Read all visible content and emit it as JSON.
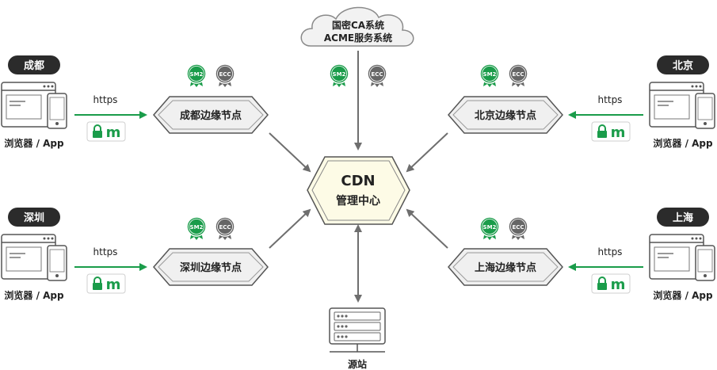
{
  "cloud": {
    "line1": "国密CA系统",
    "line2": "ACME服务系统"
  },
  "center": {
    "line1": "CDN",
    "line2": "管理中心"
  },
  "origin": {
    "label": "源站"
  },
  "badges": {
    "sm2": "SM2",
    "ecc": "ECC"
  },
  "clients": [
    {
      "city": "成都",
      "protocol": "https",
      "caption": "浏览器 / App"
    },
    {
      "city": "北京",
      "protocol": "https",
      "caption": "浏览器 / App"
    },
    {
      "city": "深圳",
      "protocol": "https",
      "caption": "浏览器 / App"
    },
    {
      "city": "上海",
      "protocol": "https",
      "caption": "浏览器 / App"
    }
  ],
  "edges": [
    {
      "label": "成都边缘节点"
    },
    {
      "label": "北京边缘节点"
    },
    {
      "label": "深圳边缘节点"
    },
    {
      "label": "上海边缘节点"
    }
  ],
  "colors": {
    "green": "#1a9c4a",
    "gray_badge": "#666666",
    "node_fill": "#f0f0f0",
    "center_fill": "#fdfbe6",
    "dark_pill": "#2b2b2b",
    "arrow_gray": "#6e6e6e"
  }
}
